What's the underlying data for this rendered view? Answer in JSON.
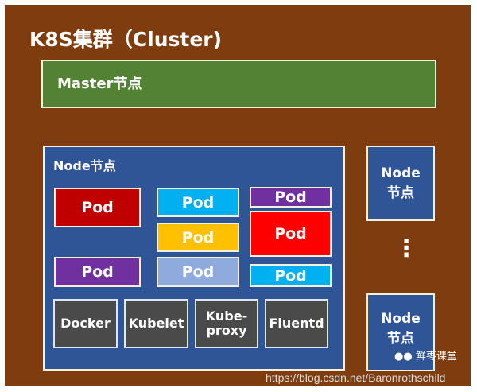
{
  "cluster": {
    "title": "K8S集群（Cluster)"
  },
  "master": {
    "label": "Master节点"
  },
  "node": {
    "label": "Node节点",
    "pods": [
      "Pod",
      "Pod",
      "Pod",
      "Pod",
      "Pod",
      "Pod",
      "Pod",
      "Pod"
    ],
    "components": [
      "Docker",
      "Kubelet",
      "Kube-proxy",
      "Fluentd"
    ]
  },
  "other_nodes": [
    "Node节点",
    "Node节点"
  ],
  "ellipsis": "⋮",
  "watermark": {
    "brand": "鲜枣课堂",
    "url": "https://blog.csdn.net/Baronrothschild"
  },
  "colors": {
    "cluster": "#7f3d0f",
    "master": "#548235",
    "node": "#2f5597",
    "pod_red": "#c00000",
    "pod_purple": "#7030a0",
    "pod_cyan": "#00b0f0",
    "pod_yellow": "#ffc000",
    "pod_lightblue": "#8faadc",
    "pod_bright_red": "#ff0000",
    "component": "#4a4a4a"
  }
}
